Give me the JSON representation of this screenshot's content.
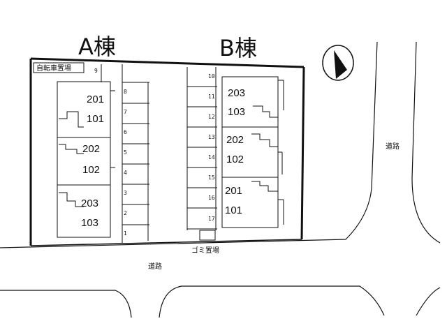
{
  "buildings": {
    "a": {
      "label": "A棟",
      "units": [
        "201",
        "101",
        "202",
        "102",
        "203",
        "103"
      ]
    },
    "b": {
      "label": "B棟",
      "units": [
        "203",
        "103",
        "202",
        "102",
        "201",
        "101"
      ]
    }
  },
  "bicycle_parking": "自転車置場",
  "garbage_area": "ゴミ置場",
  "roads": {
    "bottom": "道路",
    "right": "道路"
  },
  "compass": "north-arrow-icon",
  "parking": {
    "a_numbers": [
      "9",
      "8",
      "7",
      "6",
      "5",
      "4",
      "3",
      "2",
      "1"
    ],
    "b_numbers": [
      "10",
      "11",
      "12",
      "13",
      "14",
      "15",
      "16",
      "17"
    ]
  }
}
